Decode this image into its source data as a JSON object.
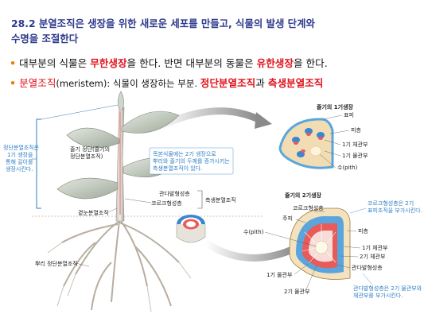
{
  "title": {
    "line1": "28.2 분열조직은 생장을 위한 새로운 세포를 만들고, 식물의 발생 단계와",
    "line2": "수명을 조절한다"
  },
  "bullet1": {
    "a": "대부분의 식물은 ",
    "b": "무한생장",
    "c": "을 한다. 반면 대부분의 동물은 ",
    "d": "유한생장",
    "e": "을 한다."
  },
  "bullet2": {
    "a": "분열조직",
    "b": "(meristem): 식물이 생장하는 부분. ",
    "c": "정단분열조직",
    "d": "과 ",
    "e": "측생분열조직"
  },
  "labels": {
    "shoot_apical_note": [
      "정단분열조직은",
      "1기 생장을",
      "통해 길이를",
      "생장시킨다."
    ],
    "stem_tip": [
      "줄기 정단(줄기의",
      "정단분열조직)"
    ],
    "woody_note": [
      "목본식물에는 2기 생장으로",
      "뿌리와 줄기의 두께를 증가시키는",
      "측생분열조직이 있다."
    ],
    "axillary_bud": "곁눈분열조직",
    "vascular_cambium": "관다발형성층",
    "cork_cambium": "코르크형성층",
    "lateral_meristem": "측생분열조직",
    "root_tip": "뿌리 정단분열조직",
    "primary_growth_title": "줄기의 1기생장",
    "epidermis": "표피",
    "cortex": "피층",
    "primary_phloem": "1기 체관부",
    "primary_xylem": "1기 물관부",
    "pith": "수(pith)",
    "secondary_growth_title": "줄기의 2기생장",
    "cork_cambium2": "코르크형성층",
    "pith2": "주피",
    "pith3": "수(pith)",
    "cortex2": "피층",
    "primary_phloem2": "1기 체관부",
    "secondary_phloem": "2기 체관부",
    "vascular_cambium2": "관다발형성층",
    "primary_xylem2": "1기 물관부",
    "secondary_xylem": "2기 물관부",
    "cork_note": [
      "코르크형성층은 2기",
      "표피조직을 부가시킨다."
    ],
    "vc_note": [
      "관다발형성층은 2기 물관부와",
      "체관부를 부가시킨다."
    ]
  }
}
